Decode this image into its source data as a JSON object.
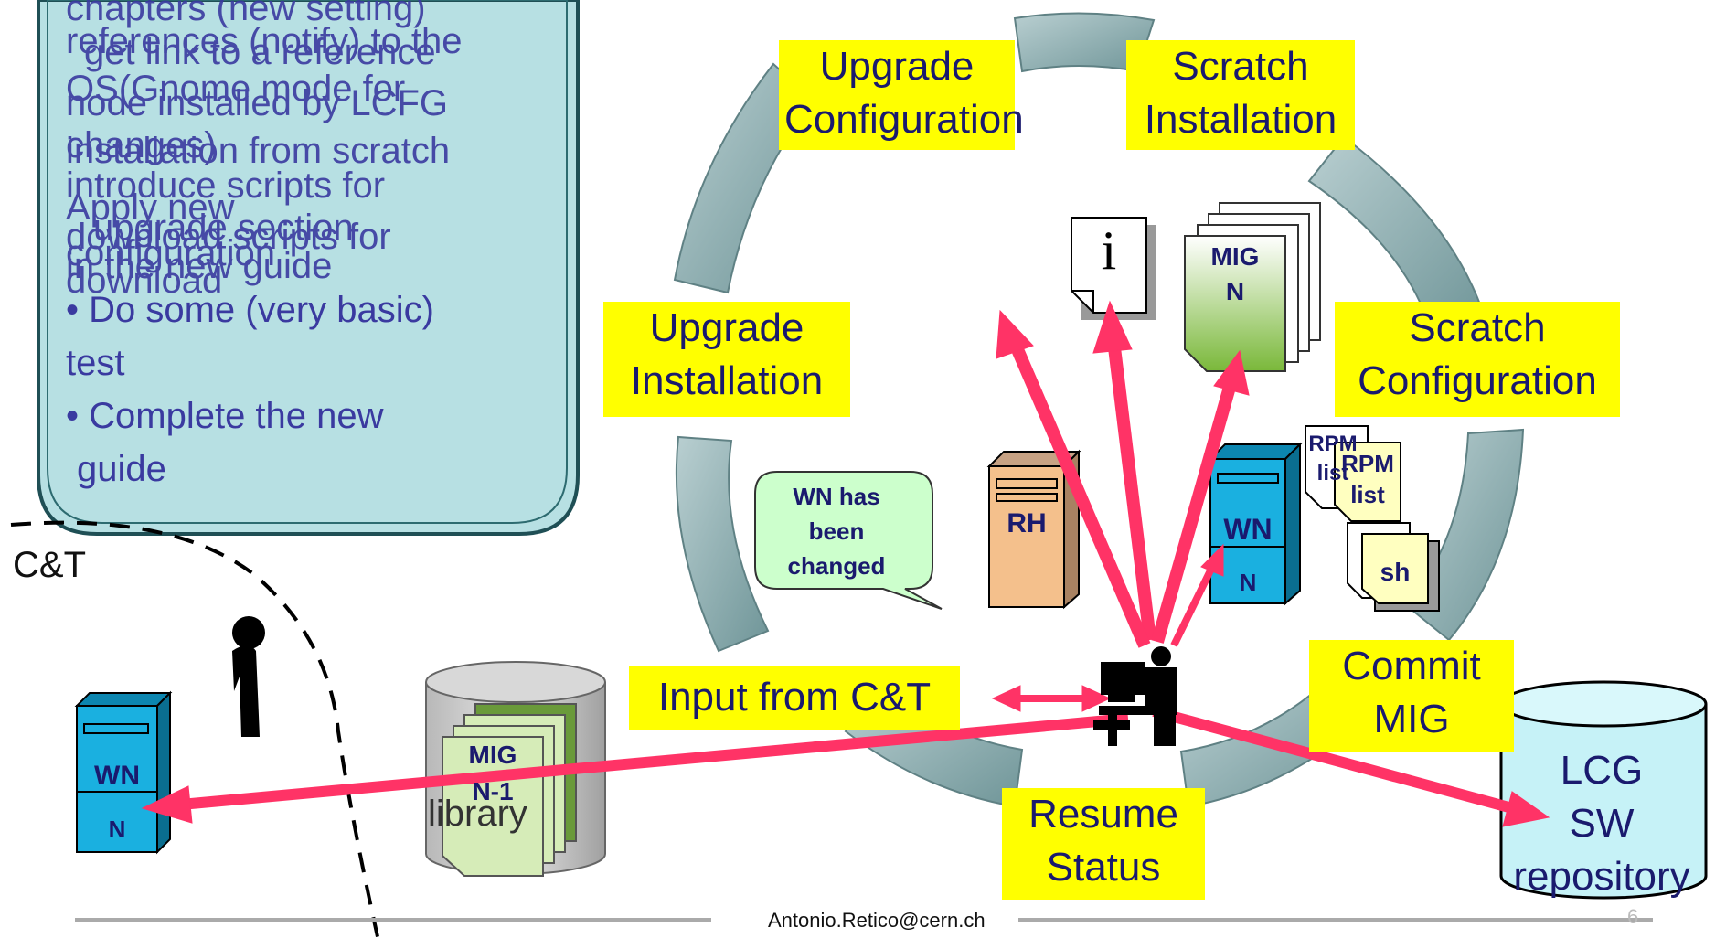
{
  "cycle_labels": {
    "upgrade_configuration": [
      "Upgrade",
      "Configuration"
    ],
    "scratch_installation": [
      "Scratch",
      "Installation"
    ],
    "scratch_configuration": [
      "Scratch",
      "Configuration"
    ],
    "upgrade_installation": [
      "Upgrade",
      "Installation"
    ],
    "commit_mig": [
      "Commit",
      "MIG"
    ],
    "resume_status": [
      "Resume",
      "Status"
    ],
    "input_from_ct": "Input from C&T"
  },
  "callout": {
    "overlapped_lines": [
      "chapters (new setting)",
      "references (notify) to the",
      "get link to a reference",
      "OS(Gnome mode for",
      "node installed by LCFG",
      "changes)",
      "installation from scratch",
      "introduce scripts for",
      "Apply new",
      "upgrade section",
      "download scripts for",
      "configuration",
      "in the new guide",
      "download"
    ],
    "bullets": [
      "• Do some (very basic)",
      "test",
      "• Complete the new",
      " guide"
    ]
  },
  "bubble": {
    "text": [
      "WN has",
      "been",
      "changed"
    ]
  },
  "docs": {
    "info_symbol": "i",
    "mig_n": [
      "MIG",
      "N"
    ],
    "mig_n1": [
      "MIG",
      "N-1"
    ],
    "rpm_back": [
      "RPM",
      "list"
    ],
    "rpm_front": [
      "RPM",
      "list"
    ],
    "sh": "sh"
  },
  "servers": {
    "rh": "RH",
    "wn_center": [
      "WN",
      "N"
    ],
    "wn_left": [
      "WN",
      "N"
    ]
  },
  "repository": [
    "LCG",
    "SW",
    "repository"
  ],
  "library_label": "library",
  "ct_label": "C&T",
  "footer": "Antonio.Retico@cern.ch",
  "page_number": "6",
  "colors": {
    "yellow_label": "#ffff00",
    "arrow": "#ff3366",
    "ring": "#8eaeb0",
    "callout_fill": "#b7e0e3",
    "server_blue": "#1ab0e0",
    "server_orange": "#f4c08c",
    "doc_green": "#8bc34a",
    "repo_fill": "#c6f2f7"
  }
}
